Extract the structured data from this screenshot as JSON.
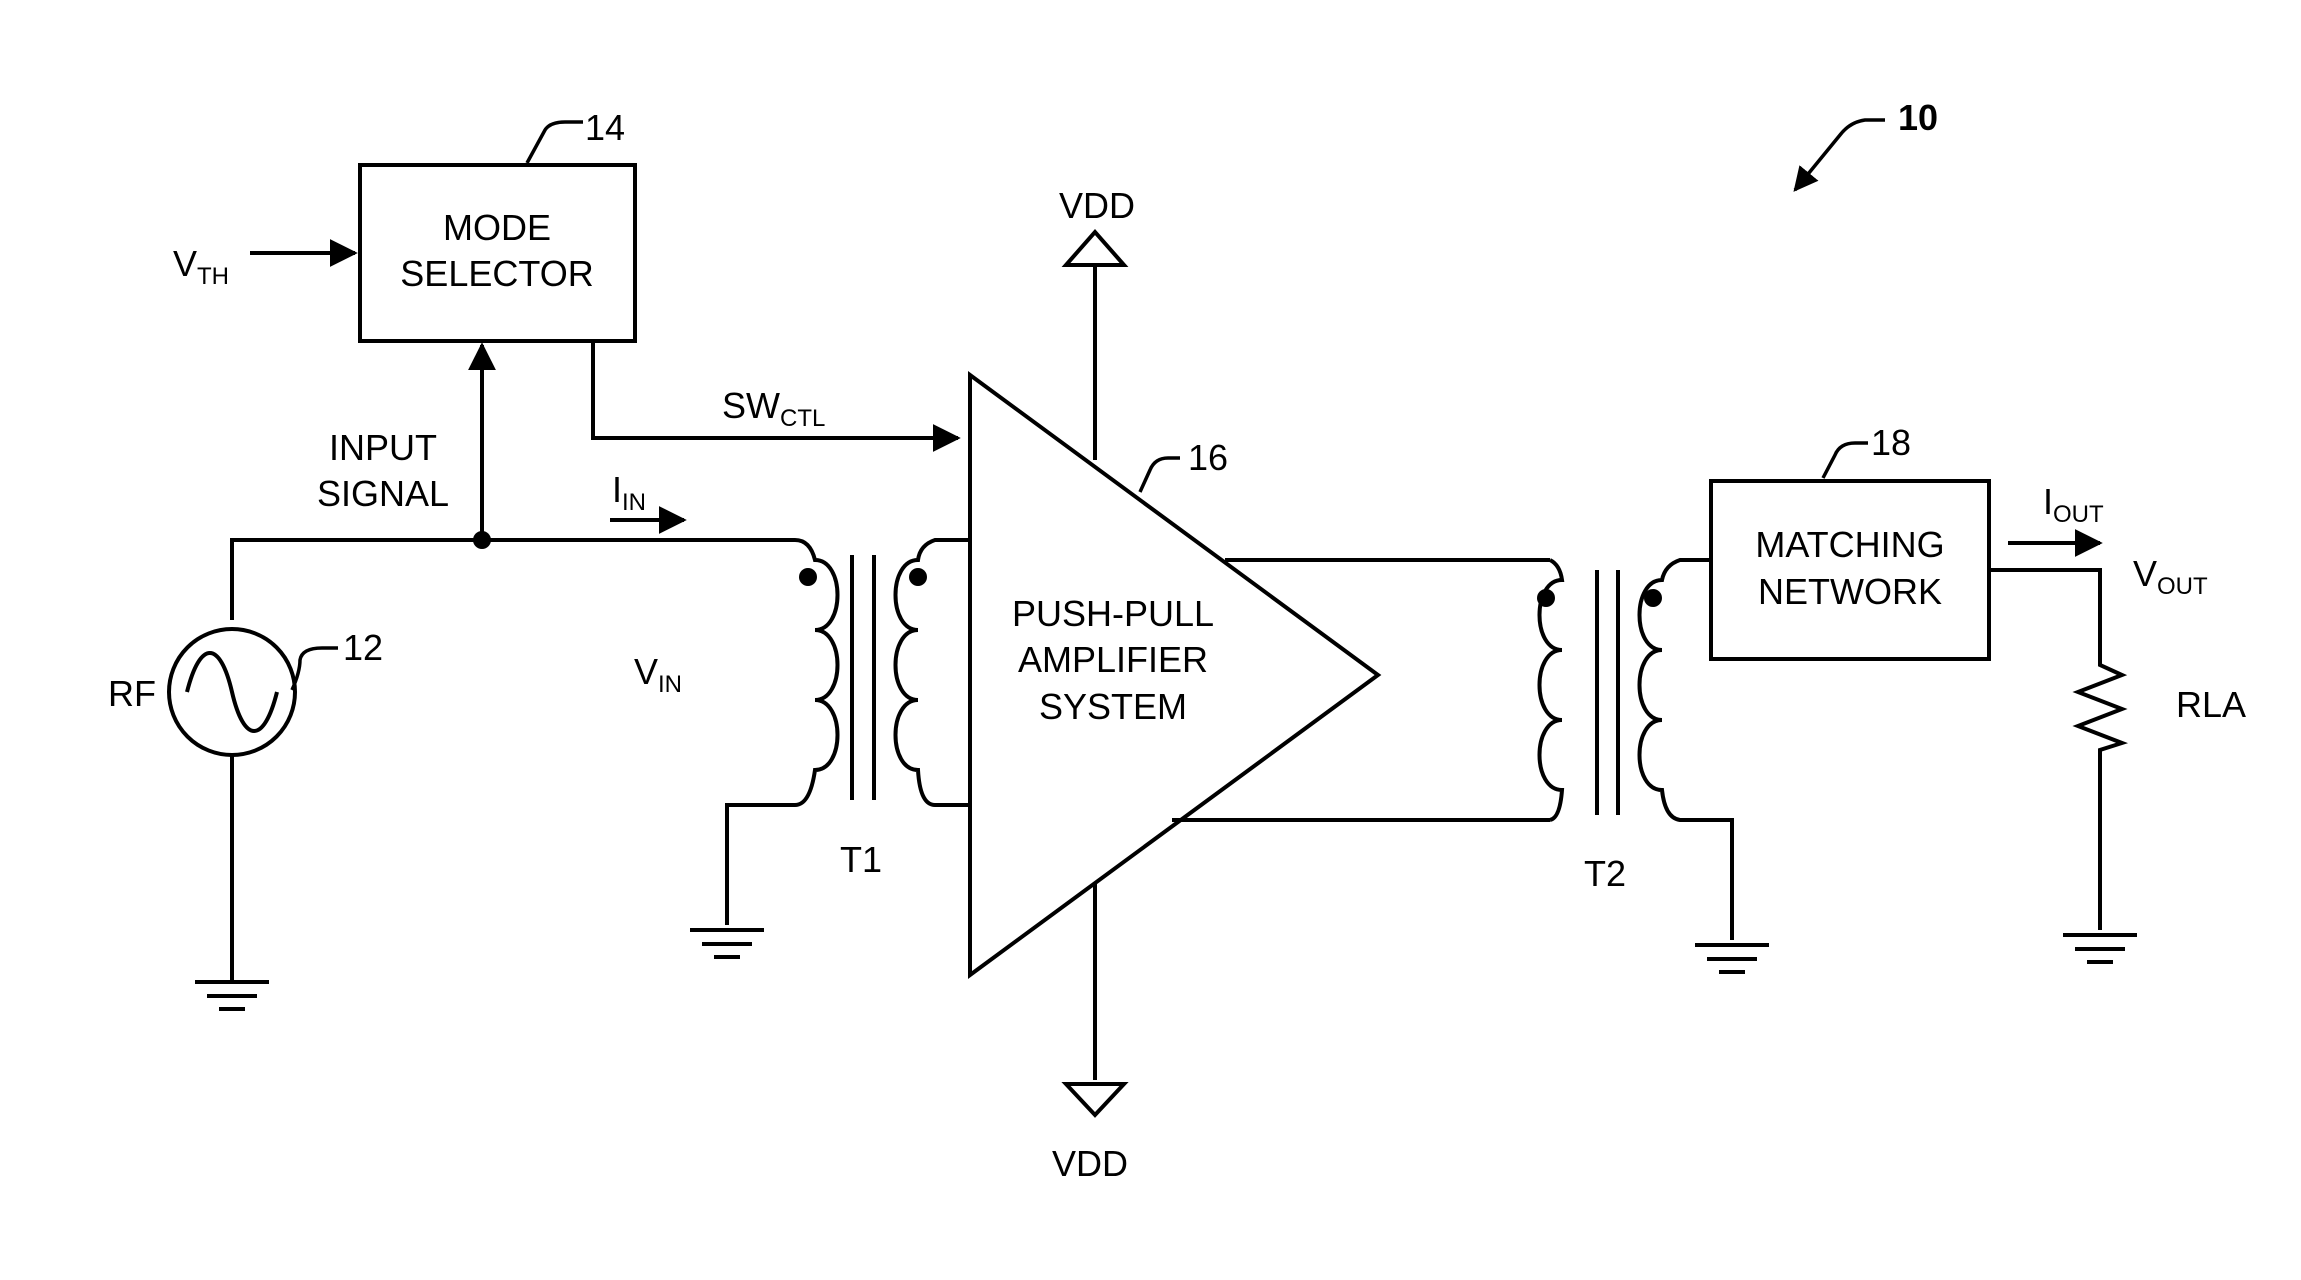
{
  "figure_ref": "10",
  "mode_selector": {
    "ref": "14",
    "line1": "MODE",
    "line2": "SELECTOR"
  },
  "threshold": {
    "main": "V",
    "sub": "TH"
  },
  "input_signal": {
    "line1": "INPUT",
    "line2": "SIGNAL"
  },
  "sw_ctl": {
    "main": "SW",
    "sub": "CTL"
  },
  "i_in": {
    "main": "I",
    "sub": "IN"
  },
  "v_in": {
    "main": "V",
    "sub": "IN"
  },
  "rf_source": {
    "label": "RF",
    "ref": "12"
  },
  "amplifier": {
    "ref": "16",
    "line1": "PUSH-PULL",
    "line2": "AMPLIFIER",
    "line3": "SYSTEM"
  },
  "vdd_top": "VDD",
  "vdd_bottom": "VDD",
  "t1": "T1",
  "t2": "T2",
  "matching_network": {
    "ref": "18",
    "line1": "MATCHING",
    "line2": "NETWORK"
  },
  "i_out": {
    "main": "I",
    "sub": "OUT"
  },
  "v_out": {
    "main": "V",
    "sub": "OUT"
  },
  "load": "RLA"
}
